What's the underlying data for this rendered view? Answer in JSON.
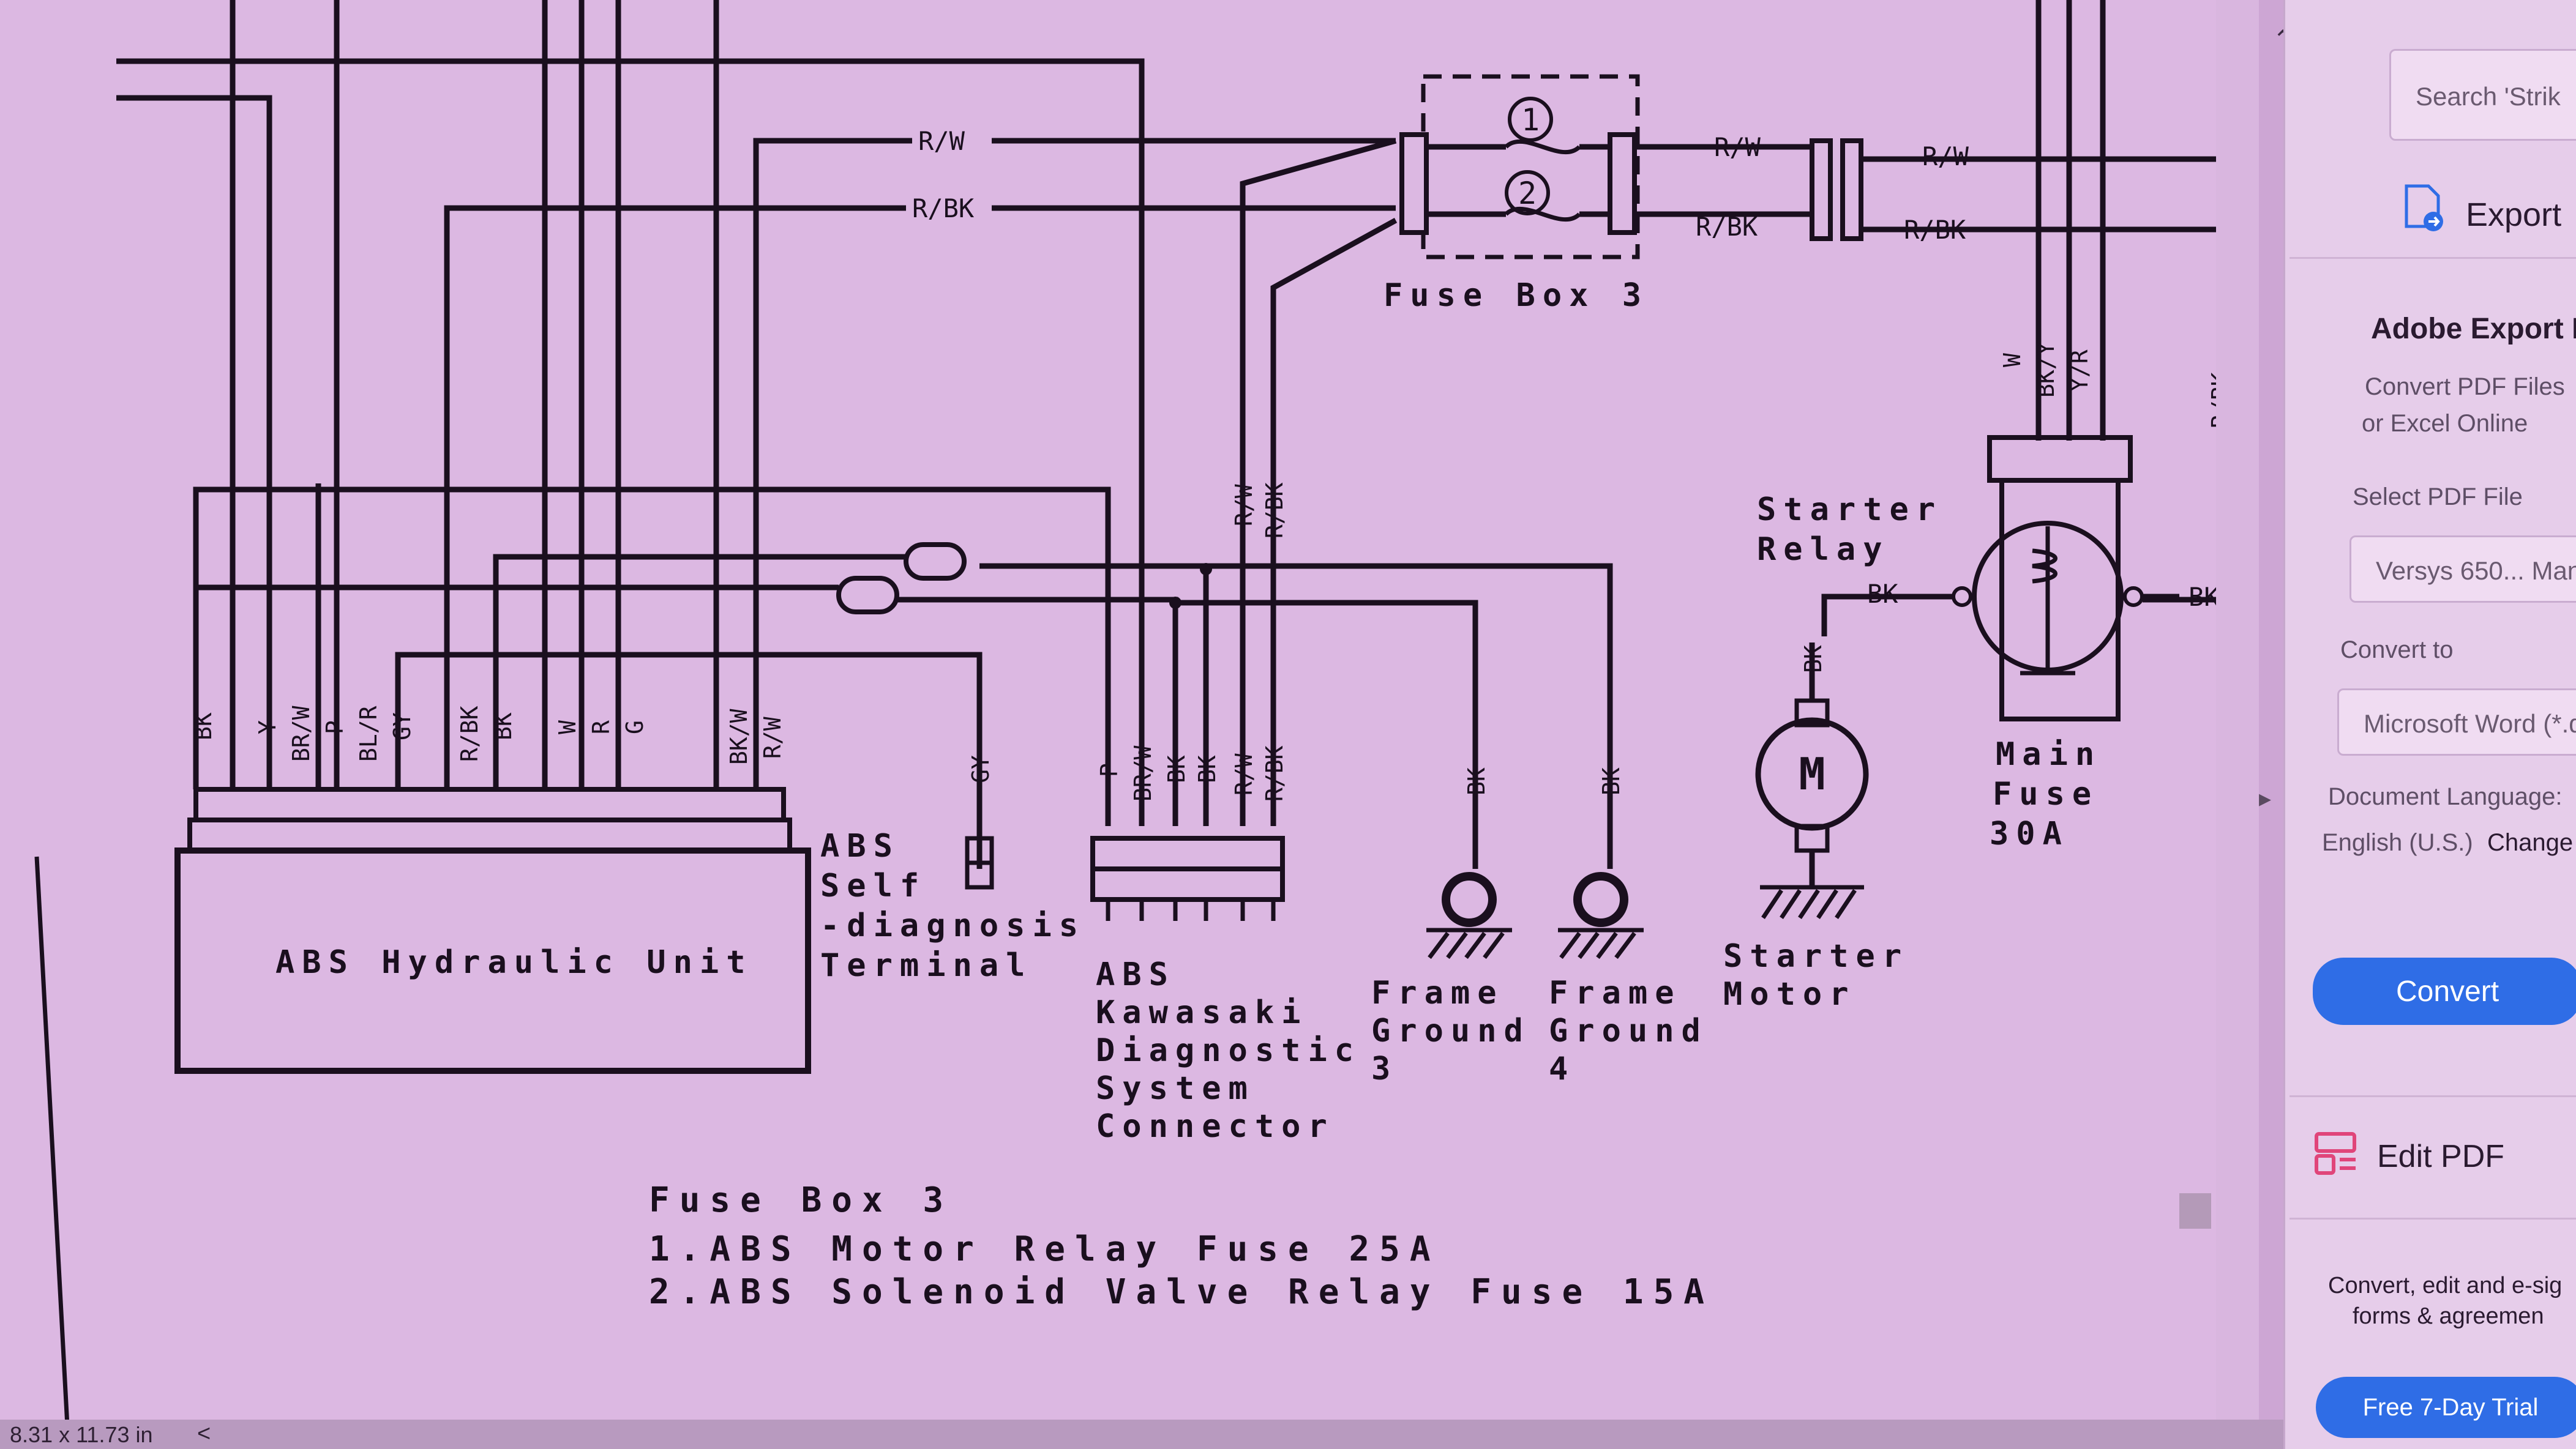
{
  "diagram": {
    "wire_labels": {
      "r_w_top": "R/W",
      "r_bk_top": "R/BK",
      "r_w_right1": "R/W",
      "r_bk_right1": "R/BK",
      "r_w_right2": "R/W",
      "r_bk_right2": "R/BK",
      "w": "W",
      "bk_y": "BK/Y",
      "y_r": "Y/R",
      "r_bk_vert": "R/BK",
      "r_w_vert": "R/W",
      "r_bk_vert2": "R/BK",
      "bk_relay_left": "BK",
      "bk_relay_right": "BK",
      "bk_motor": "BK",
      "bk_ground3": "BK",
      "bk_ground4": "BK",
      "gy_terminal": "GY"
    },
    "abs_unit_pins": [
      "BK",
      "Y",
      "BR/W",
      "P",
      "BL/R",
      "GY",
      "R/BK",
      "BK",
      "W",
      "R",
      "G",
      "BK/W",
      "R/W"
    ],
    "kds_pins": [
      "P",
      "BR/W",
      "BK",
      "BK",
      "R/W",
      "R/BK"
    ],
    "fuse_numbers": [
      "1",
      "2"
    ],
    "motor_symbol": "M",
    "components": {
      "fuse_box": "Fuse Box 3",
      "abs_unit": "ABS Hydraulic Unit",
      "self_diag": [
        "ABS",
        "Self",
        "-diagnosis",
        "Terminal"
      ],
      "kds": [
        "ABS",
        "Kawasaki",
        "Diagnostic",
        "System",
        "Connector"
      ],
      "ground3": [
        "Frame",
        "Ground",
        "3"
      ],
      "ground4": [
        "Frame",
        "Ground",
        "4"
      ],
      "starter_motor": [
        "Starter",
        "Motor"
      ],
      "starter_relay": [
        "Starter",
        "Relay"
      ],
      "main_fuse": [
        "Main",
        "Fuse",
        "30A"
      ]
    },
    "legend": {
      "title": "Fuse Box 3",
      "item1": "1.ABS Motor Relay Fuse 25A",
      "item2": "2.ABS Solenoid Valve Relay Fuse 15A"
    }
  },
  "sidebar": {
    "search_placeholder": "Search 'Strik",
    "export_label": "Export",
    "adobe_export_title": "Adobe Export I",
    "convert_desc_1": "Convert PDF Files",
    "convert_desc_2": "or Excel Online",
    "select_pdf_label": "Select PDF File",
    "selected_file": "Versys 650... Man",
    "convert_to_label": "Convert to",
    "convert_to_value": "Microsoft Word (*.d",
    "doc_language_label": "Document Language:",
    "doc_language_value": "English (U.S.)",
    "change_link": "Change",
    "convert_button": "Convert",
    "edit_pdf_label": "Edit PDF",
    "promo_1": "Convert, edit and e-sig",
    "promo_2": "forms & agreemen",
    "trial_button": "Free 7-Day Trial"
  },
  "status": {
    "page_size": "8.31 x 11.73 in",
    "nav_left": "<"
  },
  "colors": {
    "accent": "#2f6de6",
    "page": "#dcb8e2",
    "ink": "#1a0f1e"
  }
}
